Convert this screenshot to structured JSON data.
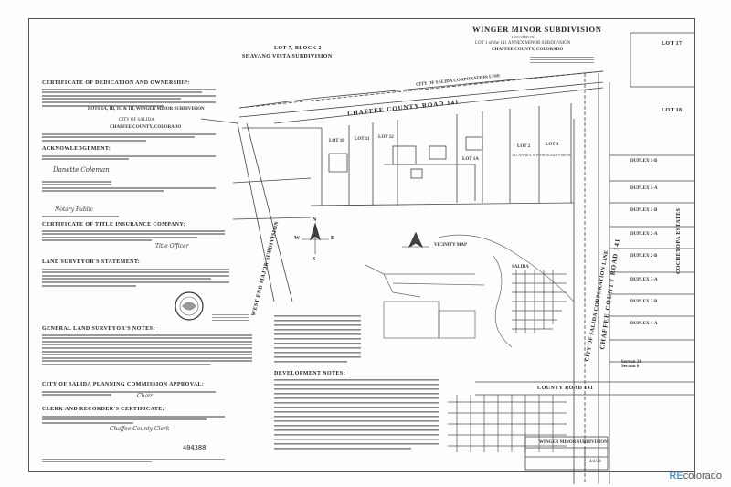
{
  "header": {
    "title": "WINGER MINOR SUBDIVISION",
    "located_in": "LOCATED IN",
    "line1": "LOT 1 of the 141 ANNEX MINOR SUBDIVISION",
    "line2": "CHAFFEE COUNTY, COLORADO"
  },
  "left": {
    "cert_dedication": "CERTIFICATE OF DEDICATION AND OWNERSHIP:",
    "lots_line": "LOTS 1A, 1B, 1C & 1D, WINGER MINOR SUBDIVISION",
    "city": "CITY OF SALIDA",
    "county": "CHAFFEE COUNTY, COLORADO",
    "acknowledgement": "ACKNOWLEDGEMENT:",
    "cert_title": "CERTIFICATE OF TITLE INSURANCE COMPANY:",
    "surveyor_statement": "LAND SURVEYOR'S STATEMENT:",
    "surveyor_notes": "GENERAL LAND SURVEYOR'S NOTES:",
    "planning": "CITY OF SALIDA PLANNING COMMISSION APPROVAL:",
    "clerk": "CLERK AND RECORDER'S CERTIFICATE:",
    "reception": "404388"
  },
  "map": {
    "lot7": "LOT 7, BLOCK 2",
    "shavano": "SHAVANO VISTA SUBDIVISION",
    "corp_line": "CITY OF SALIDA CORPORATION LINE",
    "road141": "CHAFFEE COUNTY ROAD 141",
    "west_end": "WEST END MAJOR SUBDIVISION",
    "lot10": "LOT 10",
    "lot11": "LOT 11",
    "lot12": "LOT 12",
    "lot1a": "LOT 1A",
    "lot2": "LOT 2",
    "lot3": "LOT 3",
    "annex": "141 ANNEX MINOR SUBDIVISION",
    "lot17": "LOT 17",
    "lot18": "LOT 18",
    "duplex": [
      "DUPLEX 1-B",
      "DUPLEX 1-A",
      "DUPLEX 1-B",
      "DUPLEX 2-A",
      "DUPLEX 2-B",
      "DUPLEX 3-A",
      "DUPLEX 3-B",
      "DUPLEX 4-A"
    ],
    "cocetopa": "COCHETOPA ESTATES",
    "cc_corp": "CITY OF SALIDA CORPORATION LINE",
    "cc_road": "CHAFFEE COUNTY ROAD 141",
    "vicinity": "VICINITY MAP",
    "salida": "SALIDA",
    "county_road": "COUNTY ROAD 141",
    "section": "Section 31\nSection 6",
    "dev_notes": "DEVELOPMENT NOTES:",
    "north": "N",
    "west": "W",
    "east": "E",
    "south": "S"
  },
  "titleblock": {
    "title": "WINGER MINOR SUBDIVISION",
    "date": "4/4/24"
  },
  "watermark": {
    "brand": "RE",
    "name": "colorado"
  }
}
